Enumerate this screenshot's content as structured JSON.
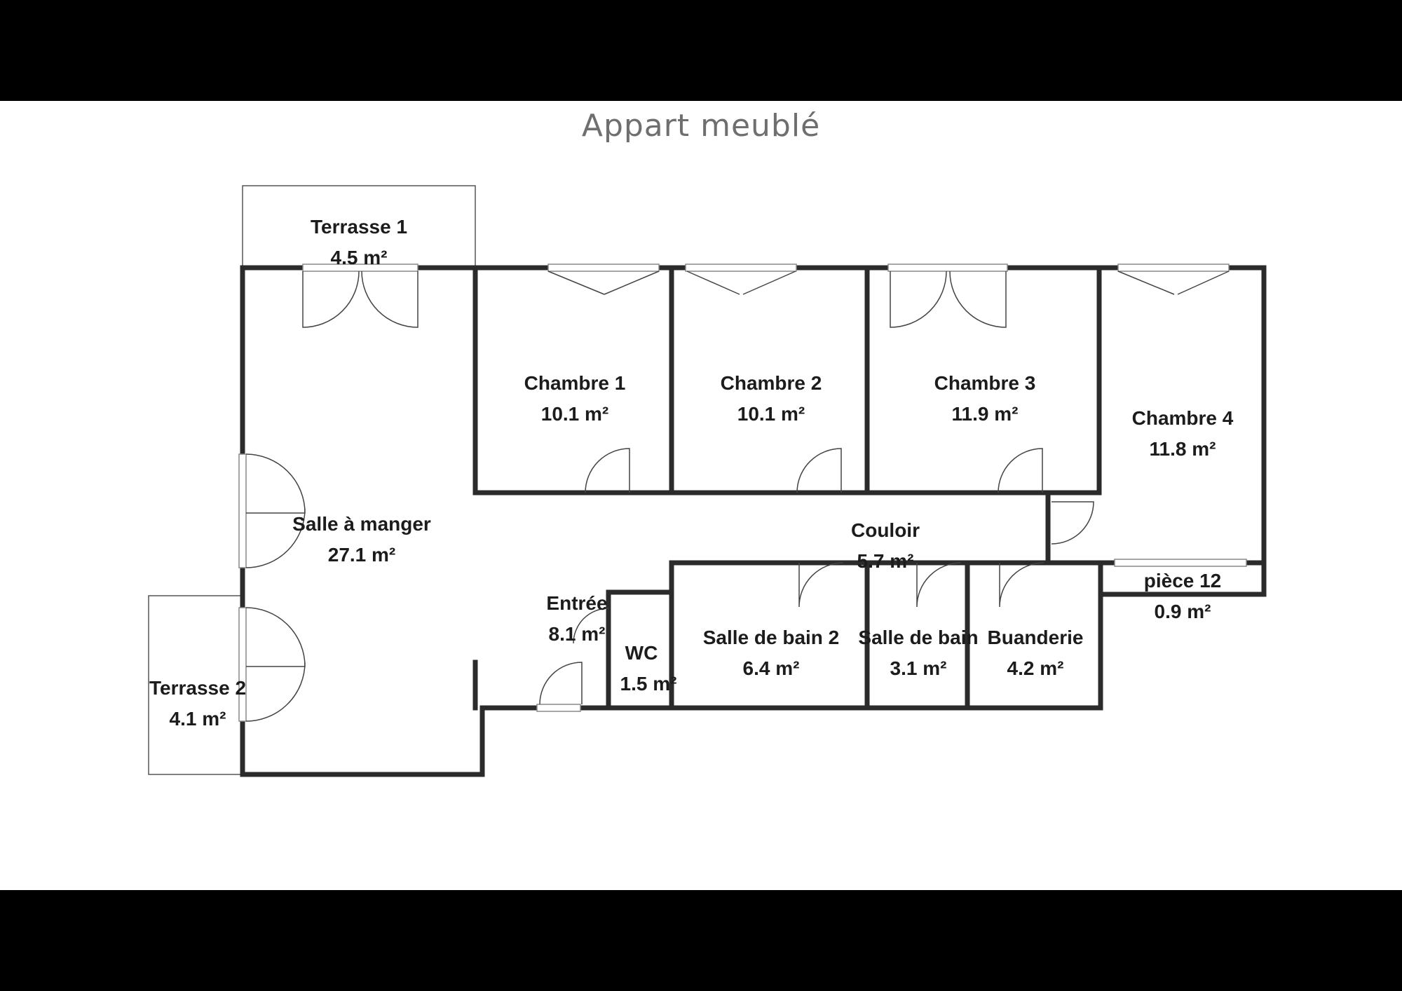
{
  "title": "Appart meublé",
  "rooms": {
    "terrasse_1": {
      "name": "Terrasse 1",
      "area": "4.5 m²"
    },
    "chambre_1": {
      "name": "Chambre 1",
      "area": "10.1 m²"
    },
    "chambre_2": {
      "name": "Chambre 2",
      "area": "10.1 m²"
    },
    "chambre_3": {
      "name": "Chambre 3",
      "area": "11.9 m²"
    },
    "chambre_4": {
      "name": "Chambre 4",
      "area": "11.8 m²"
    },
    "salle_a_manger": {
      "name": "Salle à manger",
      "area": "27.1 m²"
    },
    "couloir": {
      "name": "Couloir",
      "area": "5.7 m²"
    },
    "entree": {
      "name": "Entrée",
      "area": "8.1 m²"
    },
    "wc": {
      "name": "WC",
      "area": "1.5 m²"
    },
    "salle_de_bain_2": {
      "name": "Salle de bain 2",
      "area": "6.4 m²"
    },
    "salle_de_bain": {
      "name": "Salle de bain",
      "area": "3.1 m²"
    },
    "buanderie": {
      "name": "Buanderie",
      "area": "4.2 m²"
    },
    "piece_12": {
      "name": "pièce 12",
      "area": "0.9 m²"
    },
    "terrasse_2": {
      "name": "Terrasse 2",
      "area": "4.1 m²"
    }
  },
  "colors": {
    "wall": "#2b2b2b",
    "title": "#6f6f6f",
    "background": "#ffffff",
    "frame": "#000000"
  }
}
